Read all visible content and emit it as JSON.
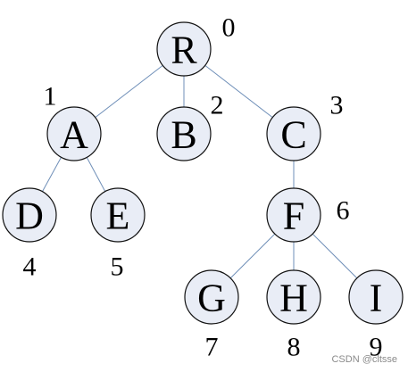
{
  "tree": {
    "nodes": [
      {
        "id": "R",
        "label": "R",
        "index": "0"
      },
      {
        "id": "A",
        "label": "A",
        "index": "1"
      },
      {
        "id": "B",
        "label": "B",
        "index": "2"
      },
      {
        "id": "C",
        "label": "C",
        "index": "3"
      },
      {
        "id": "D",
        "label": "D",
        "index": "4"
      },
      {
        "id": "E",
        "label": "E",
        "index": "5"
      },
      {
        "id": "F",
        "label": "F",
        "index": "6"
      },
      {
        "id": "G",
        "label": "G",
        "index": "7"
      },
      {
        "id": "H",
        "label": "H",
        "index": "8"
      },
      {
        "id": "I",
        "label": "I",
        "index": "9"
      }
    ],
    "edges": [
      [
        "R",
        "A"
      ],
      [
        "R",
        "B"
      ],
      [
        "R",
        "C"
      ],
      [
        "A",
        "D"
      ],
      [
        "A",
        "E"
      ],
      [
        "C",
        "F"
      ],
      [
        "F",
        "G"
      ],
      [
        "F",
        "H"
      ],
      [
        "F",
        "I"
      ]
    ],
    "colors": {
      "node_fill": "#e9edf6",
      "node_stroke": "#111111",
      "edge": "#6f8fb8"
    }
  },
  "watermark": "CSDN @cltsse"
}
